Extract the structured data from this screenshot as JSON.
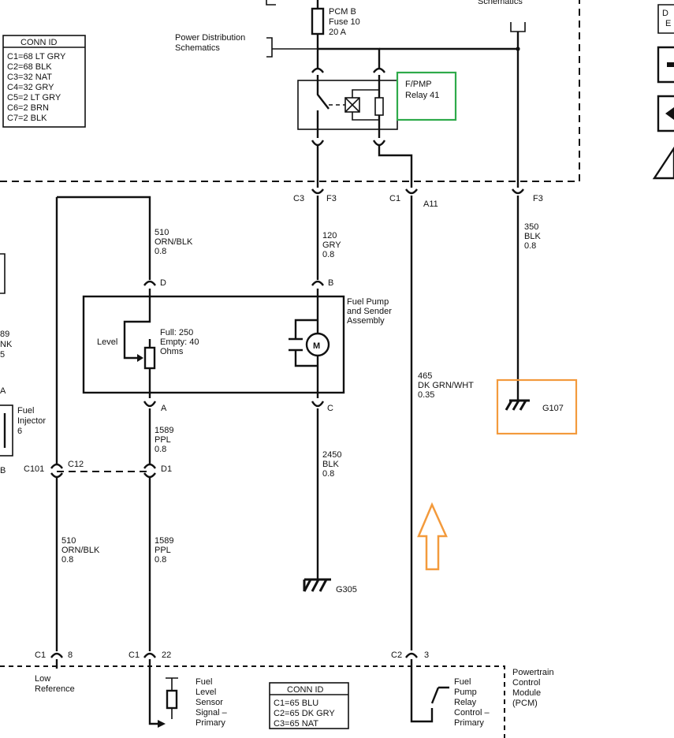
{
  "conn_id_top": {
    "title": "CONN ID",
    "rows": [
      "C1=68 LT GRY",
      "C2=68 BLK",
      "C3=32 NAT",
      "C4=32 GRY",
      "C5=2 LT GRY",
      "C6=2 BRN",
      "C7=2 BLK"
    ]
  },
  "conn_id_bottom": {
    "title": "CONN ID",
    "rows": [
      "C1=65 BLU",
      "C2=65 DK GRY",
      "C3=65 NAT"
    ]
  },
  "fuse": {
    "lines": [
      "PCM B",
      "Fuse 10",
      "20 A"
    ]
  },
  "power_dist": {
    "lines": [
      "Power Distribution",
      "Schematics"
    ]
  },
  "schematics_top": "Schematics",
  "relay": {
    "lines": [
      "F/PMP",
      "Relay 41"
    ],
    "highlight_color": "#2eaa4a"
  },
  "ground_g107": {
    "label": "G107",
    "highlight_color": "#f39a3c"
  },
  "arrow_color": "#f39a3c",
  "ground_g305": "G305",
  "connectors": {
    "c3": "C3",
    "f3a": "F3",
    "c1a": "C1",
    "a11": "A11",
    "f3b": "F3",
    "d": "D",
    "b": "B",
    "a": "A",
    "c": "C",
    "c101": "C101",
    "c12": "C12",
    "d1": "D1",
    "c1_8": "C1",
    "pin8": "8",
    "c1_22": "C1",
    "pin22": "22",
    "c2": "C2",
    "pin3": "3"
  },
  "wires": {
    "w510_top": [
      "510",
      "ORN/BLK",
      "0.8"
    ],
    "w120": [
      "120",
      "GRY",
      "0.8"
    ],
    "w350": [
      "350",
      "BLK",
      "0.8"
    ],
    "w1589_a": [
      "1589",
      "PPL",
      "0.8"
    ],
    "w2450": [
      "2450",
      "BLK",
      "0.8"
    ],
    "w465": [
      "465",
      "DK GRN/WHT",
      "0.35"
    ],
    "w510_bot": [
      "510",
      "ORN/BLK",
      "0.8"
    ],
    "w1589_b": [
      "1589",
      "PPL",
      "0.8"
    ]
  },
  "assembly": {
    "lines": [
      "Fuel Pump",
      "and Sender",
      "Assembly"
    ]
  },
  "level": "Level",
  "sender_spec": [
    "Full: 250",
    "Empty: 40",
    "Ohms"
  ],
  "motor": "M",
  "left_edge": {
    "frag1": "89",
    "frag2": "NK",
    "frag3": "5",
    "fragA": "A",
    "fragB": "B",
    "injector": [
      "Fuel",
      "Injector",
      "6"
    ]
  },
  "bottom": {
    "low_ref": [
      "Low",
      "Reference"
    ],
    "level_signal": [
      "Fuel",
      "Level",
      "Sensor",
      "Signal –",
      "Primary"
    ],
    "relay_control": [
      "Fuel",
      "Pump",
      "Relay",
      "Control –",
      "Primary"
    ],
    "pcm": [
      "Powertrain",
      "Control",
      "Module",
      "(PCM)"
    ]
  },
  "top_right": {
    "frag_d": "D",
    "frag_e": "E"
  }
}
